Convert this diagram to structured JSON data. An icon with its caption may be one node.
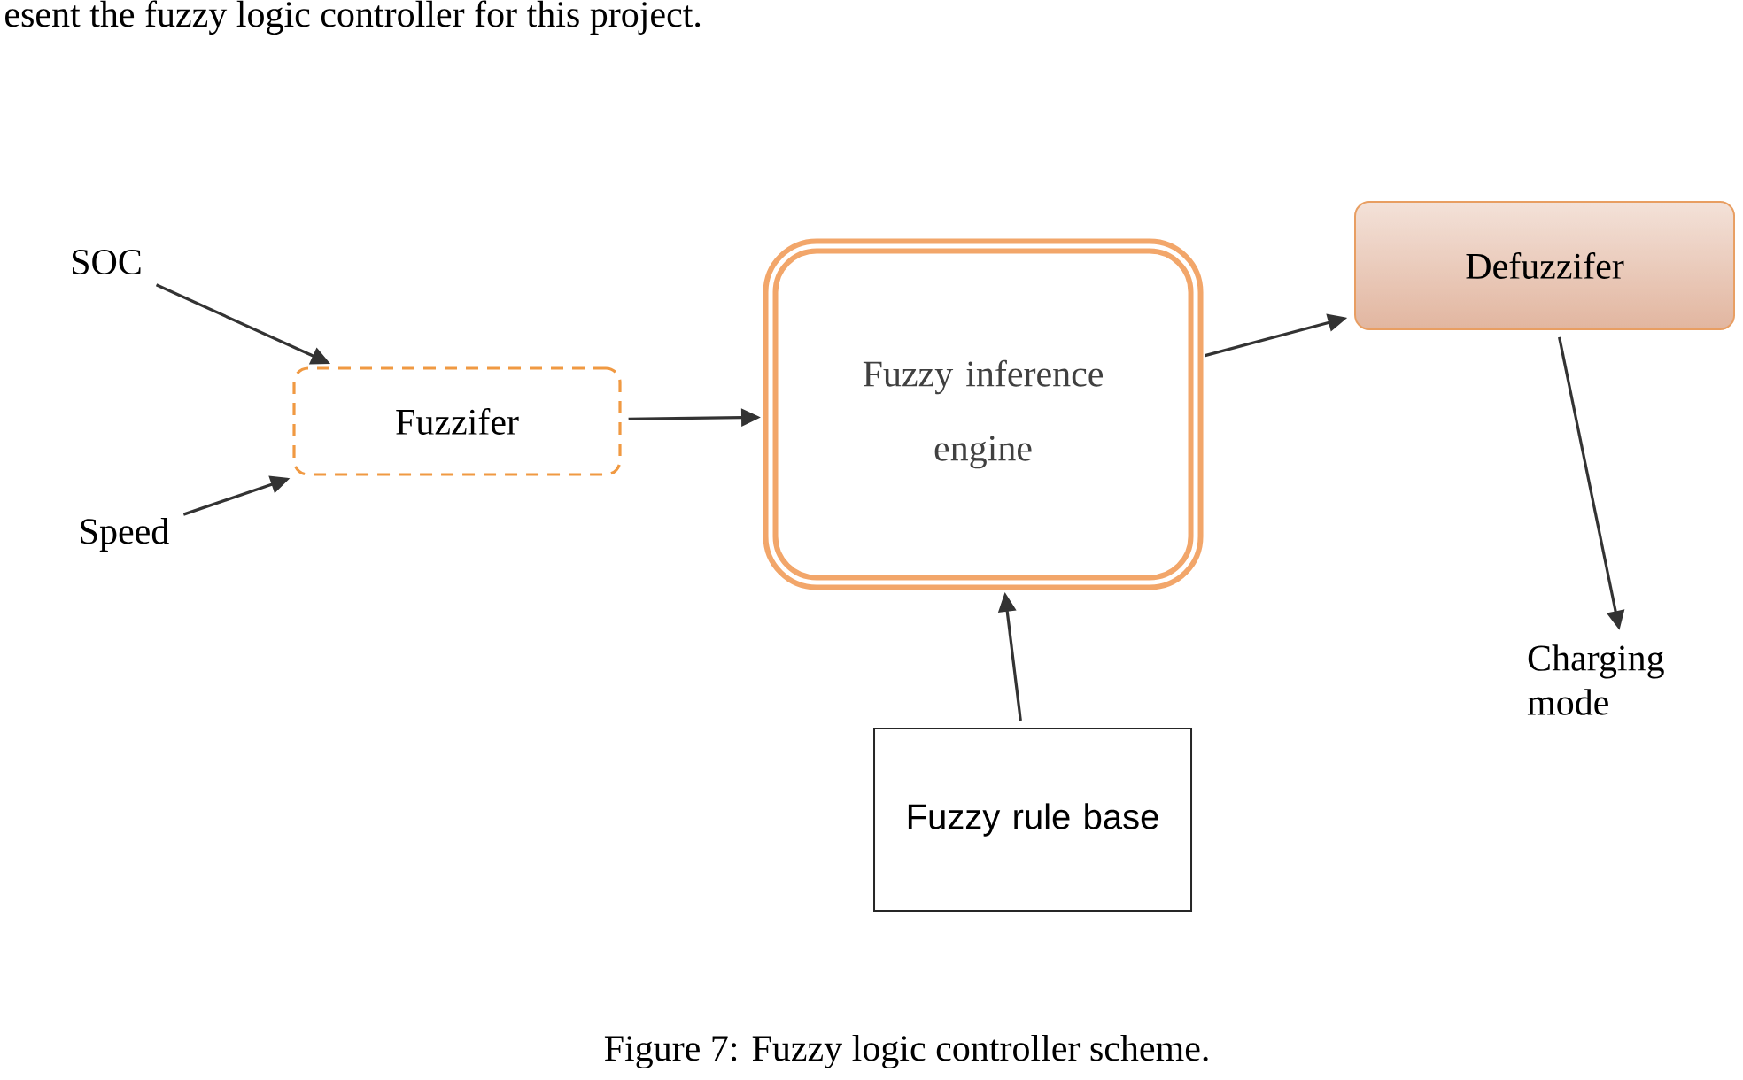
{
  "diagram": {
    "caption": "Figure 7: Fuzzy logic controller scheme.",
    "nodes": [
      {
        "text": [
          "SOC"
        ]
      },
      {
        "text": [
          "Speed"
        ]
      },
      {
        "text": [
          "Fuzzifer"
        ]
      },
      {
        "text": [
          "Fuzzy inference engine"
        ]
      },
      {
        "text": [
          "Fuzzy rule base"
        ]
      },
      {
        "text": [
          "Defuzzifer"
        ]
      },
      {
        "text": [
          "Charging mode"
        ]
      }
    ],
    "edges": [
      {
        "from": 0,
        "to": 2,
        "arrow": "to"
      },
      {
        "from": 1,
        "to": 2,
        "arrow": "to"
      },
      {
        "from": 2,
        "to": 3,
        "arrow": "to"
      },
      {
        "from": 4,
        "to": 3,
        "arrow": "to"
      },
      {
        "from": 3,
        "to": 5,
        "arrow": "to"
      },
      {
        "from": 5,
        "to": 6,
        "arrow": "to"
      }
    ],
    "labels": [
      "esent the fuzzy logic controller for this project."
    ]
  }
}
